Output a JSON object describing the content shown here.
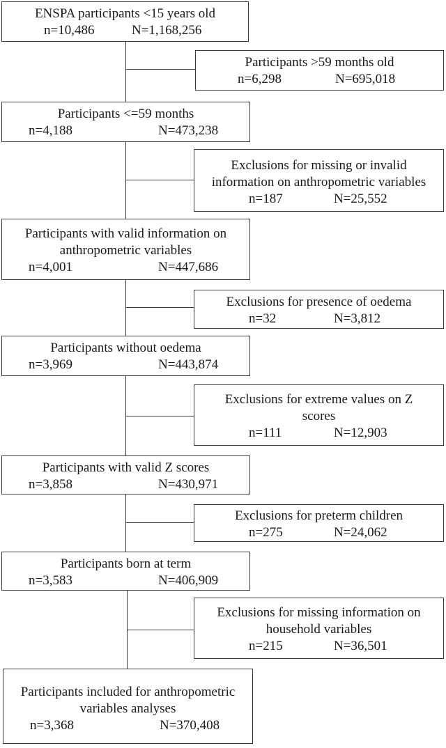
{
  "flow": {
    "main_boxes": [
      {
        "title_lines": [
          "ENSPA participants <15 years old"
        ],
        "n": "n=10,486",
        "N": "N=1,168,256"
      },
      {
        "title_lines": [
          "Participants <=59 months"
        ],
        "n": "n=4,188",
        "N": "N=473,238"
      },
      {
        "title_lines": [
          "Participants with valid information on",
          "anthropometric variables"
        ],
        "n": "n=4,001",
        "N": "N=447,686"
      },
      {
        "title_lines": [
          "Participants without oedema"
        ],
        "n": "n=3,969",
        "N": "N=443,874"
      },
      {
        "title_lines": [
          "Participants with valid Z scores"
        ],
        "n": "n=3,858",
        "N": "N=430,971"
      },
      {
        "title_lines": [
          "Participants born at term"
        ],
        "n": "n=3,583",
        "N": "N=406,909"
      },
      {
        "title_lines": [
          "Participants included for anthropometric",
          "variables analyses"
        ],
        "n": "n=3,368",
        "N": "N=370,408"
      }
    ],
    "exclusion_boxes": [
      {
        "title_lines": [
          "Participants >59 months old"
        ],
        "n": "n=6,298",
        "N": "N=695,018"
      },
      {
        "title_lines": [
          "Exclusions for missing or invalid",
          "information on anthropometric variables"
        ],
        "n": "n=187",
        "N": "N=25,552"
      },
      {
        "title_lines": [
          "Exclusions for presence of oedema"
        ],
        "n": "n=32",
        "N": "N=3,812"
      },
      {
        "title_lines": [
          "Exclusions for extreme values on Z",
          "scores"
        ],
        "n": "n=111",
        "N": "N=12,903"
      },
      {
        "title_lines": [
          "Exclusions for preterm children"
        ],
        "n": "n=275",
        "N": "N=24,062"
      },
      {
        "title_lines": [
          "Exclusions for missing information on",
          "household variables"
        ],
        "n": "n=215",
        "N": "N=36,501"
      }
    ]
  }
}
